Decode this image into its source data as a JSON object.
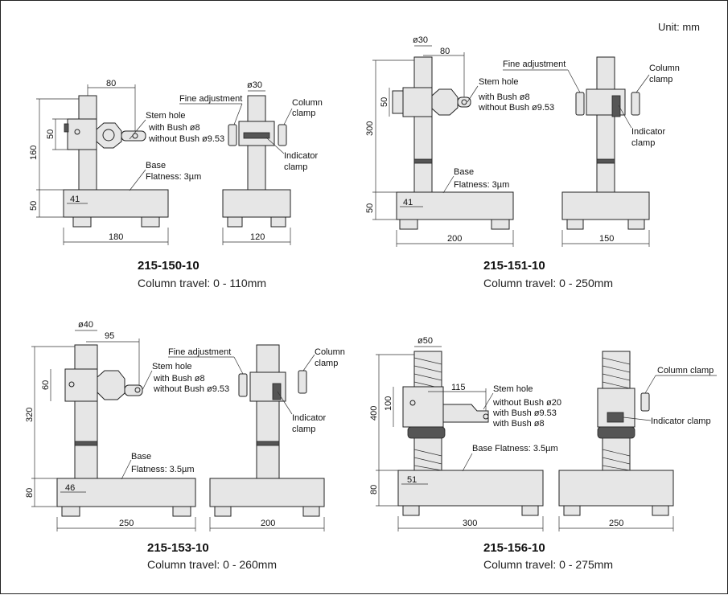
{
  "unit": "Unit: mm",
  "models": [
    {
      "model": "215-150-10",
      "travel": "Column travel: 0 - 110mm",
      "dims": {
        "arm": "80",
        "col_dia": "ø30",
        "block": "50",
        "height": "160",
        "base_h": "50",
        "offset": "41",
        "width": "180",
        "depth": "120"
      },
      "labels": {
        "stem": "Stem hole",
        "bush1": "with Bush ø8",
        "bush2": "without Bush ø9.53",
        "base": "Base",
        "flat": "Flatness: 3µm",
        "fine": "Fine adjustment",
        "col1": "Column",
        "col2": "clamp",
        "ind1": "Indicator",
        "ind2": "clamp"
      }
    },
    {
      "model": "215-151-10",
      "travel": "Column travel: 0 - 250mm",
      "dims": {
        "arm": "80",
        "col_dia": "ø30",
        "block": "50",
        "height": "300",
        "base_h": "50",
        "offset": "41",
        "width": "200",
        "depth": "150"
      },
      "labels": {
        "stem": "Stem hole",
        "bush1": "with Bush ø8",
        "bush2": "without Bush ø9.53",
        "base": "Base",
        "flat": "Flatness: 3µm",
        "fine": "Fine adjustment",
        "col1": "Column",
        "col2": "clamp",
        "ind1": "Indicator",
        "ind2": "clamp"
      }
    },
    {
      "model": "215-153-10",
      "travel": "Column travel: 0 - 260mm",
      "dims": {
        "arm": "95",
        "col_dia": "ø40",
        "block": "60",
        "height": "320",
        "base_h": "80",
        "offset": "46",
        "width": "250",
        "depth": "200"
      },
      "labels": {
        "stem": "Stem hole",
        "bush1": "with Bush ø8",
        "bush2": "without Bush ø9.53",
        "base": "Base",
        "flat": "Flatness: 3.5µm",
        "fine": "Fine adjustment",
        "col1": "Column",
        "col2": "clamp",
        "ind1": "Indicator",
        "ind2": "clamp"
      }
    },
    {
      "model": "215-156-10",
      "travel": "Column travel: 0 - 275mm",
      "dims": {
        "arm": "115",
        "col_dia": "ø50",
        "block": "100",
        "height": "400",
        "base_h": "80",
        "offset": "51",
        "width": "300",
        "depth": "250"
      },
      "labels": {
        "stem": "Stem hole",
        "bush1": "without Bush ø20",
        "bush2": "with Bush ø9.53",
        "bush3": "with Bush ø8",
        "flat": "Base Flatness: 3.5µm",
        "col": "Column clamp",
        "ind": "Indicator clamp"
      }
    }
  ]
}
